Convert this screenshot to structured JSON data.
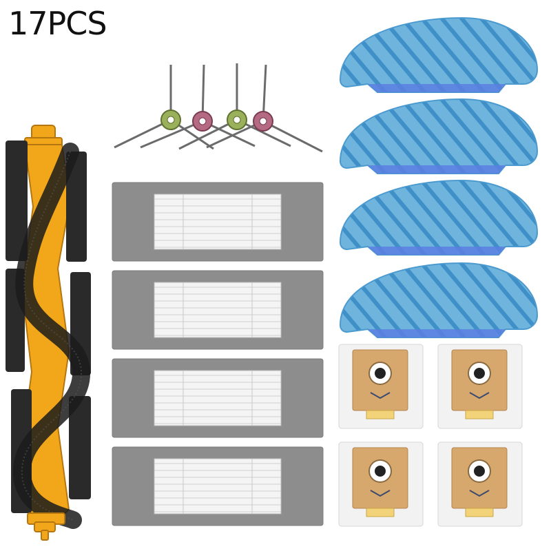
{
  "headline": "17PCS",
  "colors": {
    "brush_yellow": "#f2a619",
    "brush_dark": "#2a2a2a",
    "filter_frame": "#8d8d8d",
    "filter_media": "#f4f4f4",
    "mop_blue": "#6fb4dc",
    "mop_stripe": "#3f8fc8",
    "mop_edge": "#5b7fe0",
    "bag_paper": "#f2f2f2",
    "bag_card": "#d7a86e",
    "side_hub_green": "#9ab05a",
    "side_hub_pink": "#b46a82"
  },
  "items": {
    "main_brush": {
      "count": 1,
      "icon": "roller-brush-icon"
    },
    "side_brushes": {
      "count": 4,
      "icon": "side-brush-icon"
    },
    "filters": {
      "count": 4,
      "icon": "hepa-filter-icon"
    },
    "mop_pads": {
      "count": 4,
      "icon": "mop-pad-icon"
    },
    "dust_bags": {
      "count": 4,
      "icon": "dust-bag-icon"
    }
  }
}
